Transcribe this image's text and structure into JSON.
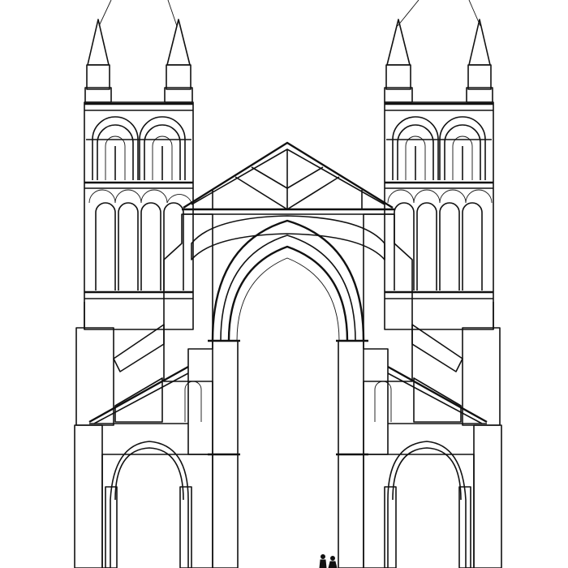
{
  "figure": {
    "subject": "cathedral-cross-section",
    "ink_color": "#111111",
    "paper_color": "#ffffff",
    "towers": [
      "left-tower",
      "right-tower"
    ],
    "human_figure_count": 2
  }
}
